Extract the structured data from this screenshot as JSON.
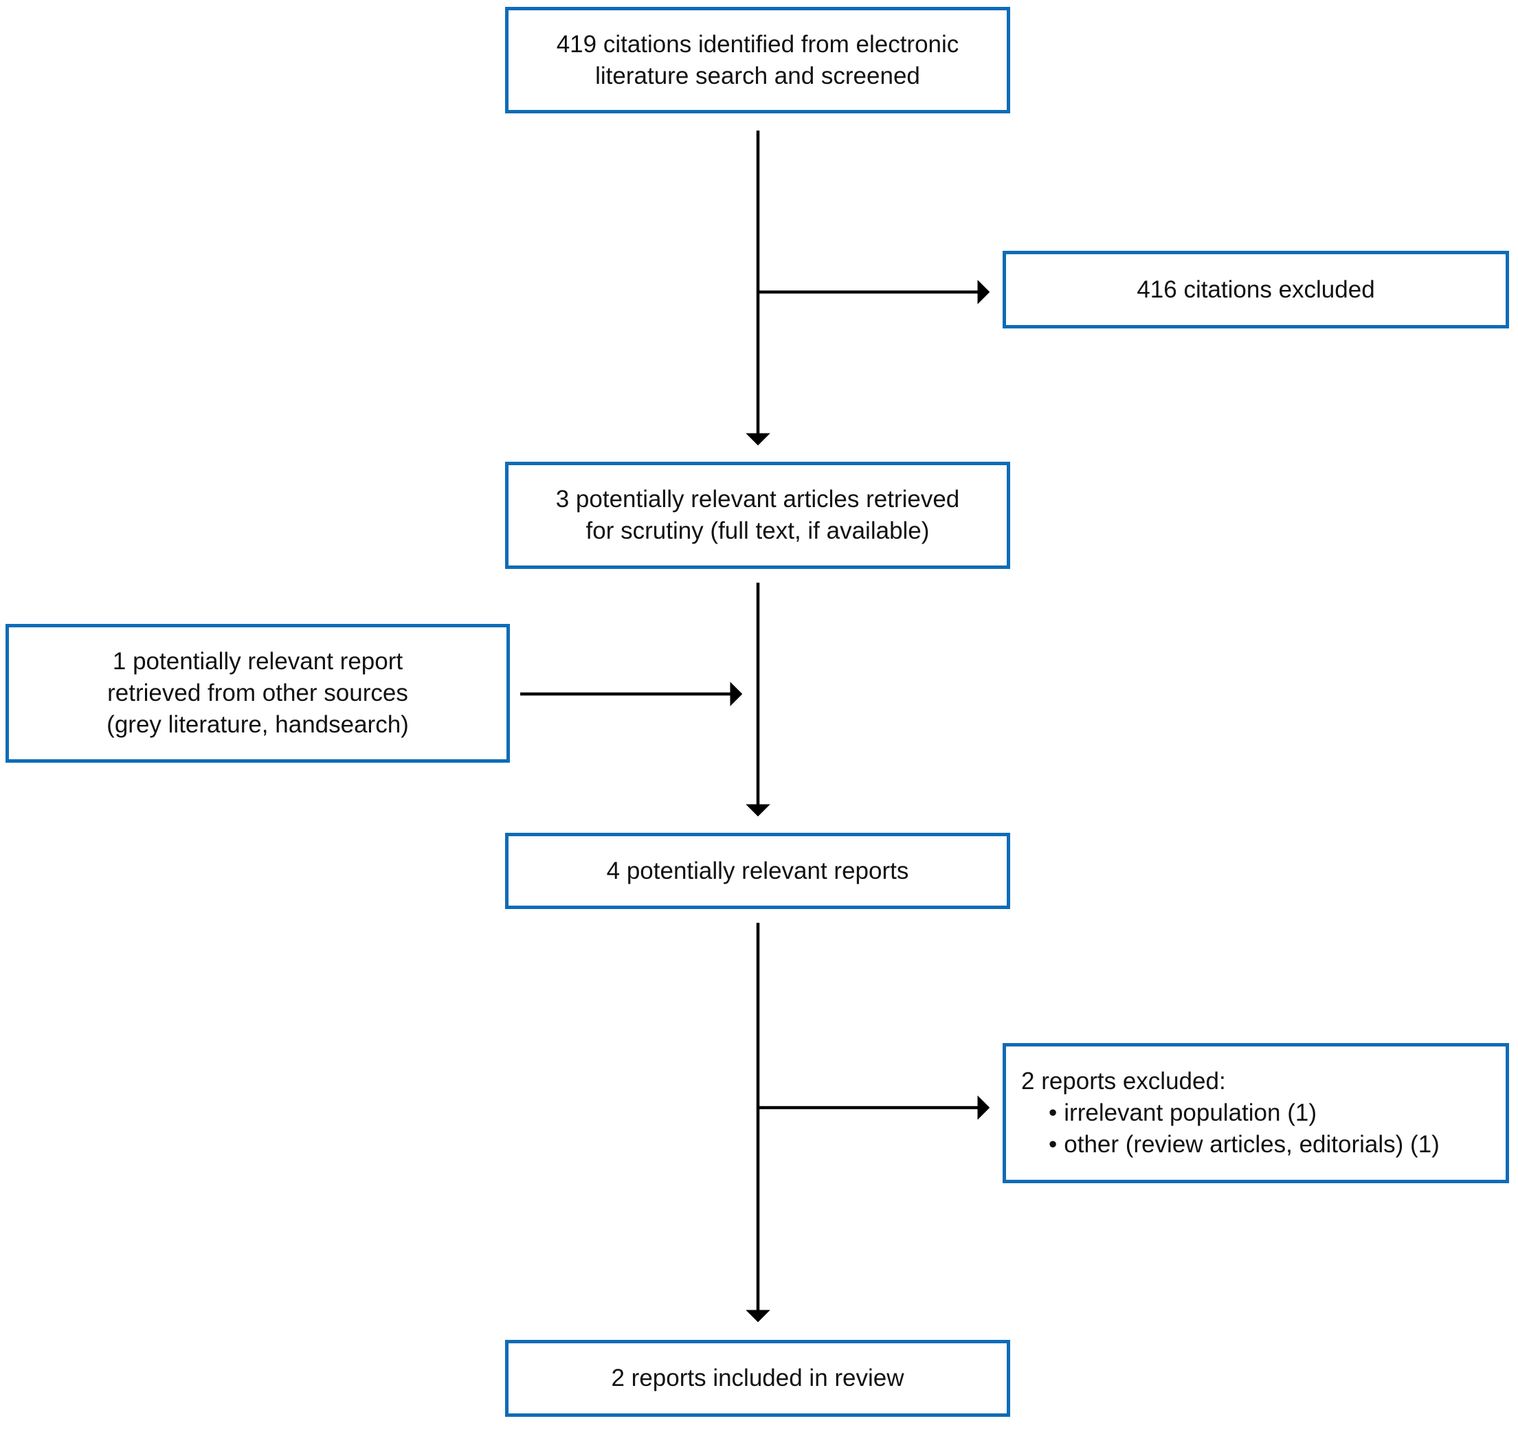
{
  "diagram": {
    "type": "flowchart",
    "accent_color": "#0d6cb7",
    "arrow_color": "#000000",
    "bullet_glyph": "•",
    "nodes": [
      {
        "id": "screened",
        "text": "419 citations identified from electronic\nliterature search and screened"
      },
      {
        "id": "excluded-1",
        "text": "416 citations excluded"
      },
      {
        "id": "retrieved",
        "text": "3 potentially relevant articles retrieved\nfor scrutiny (full text, if available)"
      },
      {
        "id": "other-sources",
        "text": "1 potentially relevant report\nretrieved from other sources\n(grey literature, handsearch)"
      },
      {
        "id": "reports",
        "text": "4 potentially relevant reports"
      },
      {
        "id": "excluded-2",
        "title": "2 reports excluded:",
        "bullets": [
          "irrelevant population (1)",
          "other (review articles, editorials) (1)"
        ]
      },
      {
        "id": "included",
        "text": "2 reports included in review"
      }
    ]
  }
}
